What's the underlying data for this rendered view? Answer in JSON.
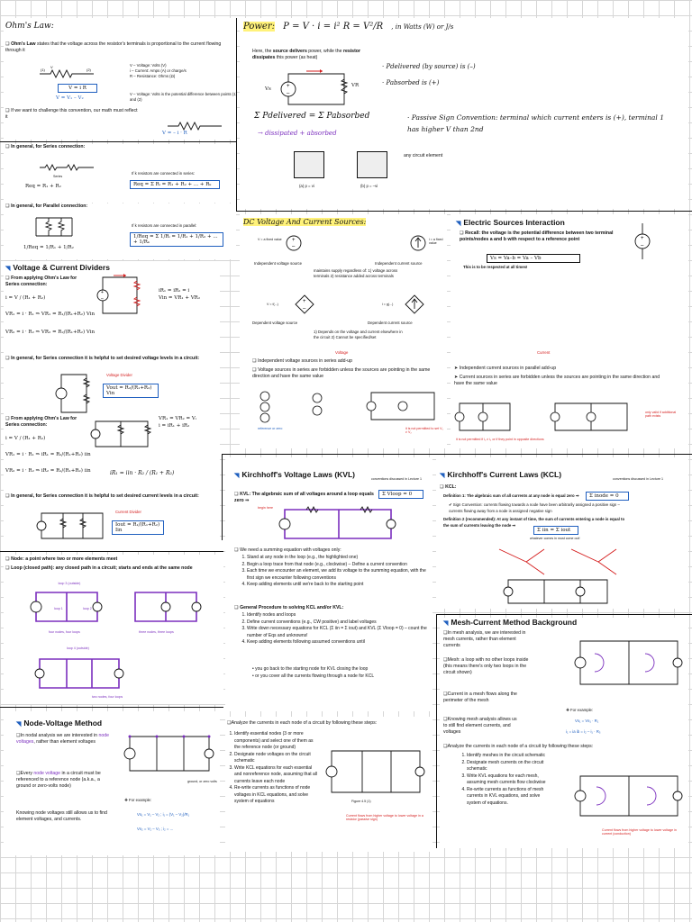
{
  "ohms": {
    "title": "Ohm's Law:",
    "intro_bold": "Ohm's Law",
    "intro": "states that the voltage across the resistor's terminals is proportional to the current flowing through it",
    "legend1": "V – Voltage: Volts (V)",
    "legend2": "i – Current: Amps (A) or charge/s",
    "legend3": "R – Resistance: Ohms (Ω)",
    "eq1": "V = i R",
    "eq2": "V = V₁ – V₂",
    "legend4": "V – Voltage: Volts is the potential difference between points (1) and (2)",
    "challenge": "If we want to challenge this convention, our math must reflect it",
    "eq3": "V = – i · R"
  },
  "power": {
    "title": "Power:",
    "formula": "P = V · i = i² R = V²/R",
    "units": ", in Watts (W) or J/s",
    "desc_pre": "Here, the ",
    "desc_src": "source delivers",
    "desc_mid": " power, while the ",
    "desc_res": "resistor dissipates",
    "desc_post": " this power (as heat)",
    "delivered": "· Pdelivered (by source) is (–)",
    "absorbed": "· Pabsorbed  is (+)",
    "balance": "Σ Pdelivered = Σ Pabsorbed",
    "balance2": "→ dissipated + absorbed",
    "passive": "· Passive Sign Convention: terminal which current enters is (+), terminal 1 has higher V than 2nd",
    "any_element": "any circuit element",
    "cap_a": "(a) p = vi",
    "cap_b": "(b) p = –vi",
    "label_vs": "Vs",
    "label_vr": "VR"
  },
  "series": {
    "title": "In general, for Series connection:",
    "req": "Req = R₁ + R₂",
    "label": "Series",
    "k_label": "If k resistors are connected in series:",
    "k_eq": "Req = Σ Rᵢ = R₁ + R₂ + ... + Rₖ"
  },
  "parallel": {
    "title": "In general, for Parallel connection:",
    "req": "1/Req = 1/R₁ + 1/R₂",
    "k_label": "If k resistors are connected in parallel:",
    "k_eq": "1/Req = Σ 1/Rᵢ = 1/R₁ + 1/R₂ + ... + 1/Rₖ"
  },
  "dividers": {
    "title": "Voltage & Current Dividers",
    "from_ohm": "From applying Ohm's Law for Series connection:",
    "i_eq": "i = V / (R₁ + R₂)",
    "vr1": "VR₁ = i · R₁ ⇒ VR₁ = R₁/(R₁+R₂) Vin",
    "vr2": "VR₂ = i · R₂ ⇒ VR₂ = R₂/(R₁+R₂) Vin",
    "iright1": "iR₁ = iR₂ = i",
    "iright2": "Vin = VR₁ + VR₂",
    "series_help": "In general, for Series connection it is helpful to set desired voltage levels in a circuit:",
    "vdiv_label": "Voltage Divider",
    "vout": "Vout = R₂/(R₁+R₂) Vin",
    "from_ohm2": "From applying Ohm's Law for Series connection:",
    "i_eq2": "i = V / (R₁ + R₂)",
    "par1": "VR₁ = VR₂ = Vᵢ",
    "par2": "i = iR₁ + iR₂",
    "ir1": "VR₁ = i · R₁ ⇒ iR₁ = R₂/(R₁+R₂) iin",
    "ir2": "VR₂ = i · R₂ ⇒ iR₂ = R₁/(R₁+R₂) iin",
    "hand_ir": "iR₁ = iin · R₂ / (R₁ + R₂)",
    "series_help2": "In general, for Series connection it is helpful to set desired current levels in a circuit:",
    "cdiv_label": "Current Divider",
    "iout": "Iout = R₁/(R₁+R₂) Iin"
  },
  "node_loop": {
    "node": "Node: a point where two or more elements meet",
    "loop": "Loop (closed path): any closed path in a circuit; starts and ends at the same node",
    "four_nodes": "four nodes, four loops",
    "three_nodes": "three nodes, three loops",
    "two_nodes": "two nodes, four loops",
    "loop1": "loop 1",
    "loop2": "loop 2",
    "loop3": "loop 3",
    "loop3o": "loop 3 (outside)",
    "loop4o": "loop 4 (outside)"
  },
  "dc": {
    "title": "DC Voltage And Current Sources:",
    "ind_v": "Independent voltage source",
    "ind_i": "Independent current source",
    "maint": "maintains supply regardless of: 1) voltage across terminals 2) resistance added across terminals",
    "dep_v": "Dependent voltage source",
    "dep_i": "Dependent current source",
    "dep_desc": "1) Depends on the voltage and current elsewhere in the circuit 2) Cannot be specified/set",
    "v_fixed": "V = a fixed value",
    "i_fixed": "i = a fixed value",
    "v_f": "V = f(...)",
    "i_g": "i = g(...)",
    "voltage_hdr": "Voltage",
    "current_hdr": "Current",
    "v_rule1": "Independent voltage sources in series add-up",
    "v_rule2": "Voltage sources in series are forbidden unless the sources are pointing in the same direction and have the same value",
    "c_rule1": "Independent current sources in parallel add-up",
    "c_rule2": "Current sources in series are forbidden unless the sources are pointing in the same direction and have the same value",
    "not_permitted": "it is not permitted to set V₁ ≠ V₂",
    "not_permitted2": "it is not permitted if i₁ ≠ i₂ or if they point in opposite directions",
    "only_valid": "only valid if additional path exists",
    "ref_zero": "reference or zero"
  },
  "esi": {
    "title": "Electric Sources Interaction",
    "recall": "Recall: the voltage is the potential difference between two terminal points/nodes a and b with respect to a reference point",
    "eq": "Vs = Va–b = Va – Vb",
    "respect": "This is to be respected at all times!"
  },
  "kvl": {
    "title": "Kirchhoff's Voltage Laws (KVL)",
    "def": "KVL: The algebraic sum of all voltages around a loop equals zero ⇒",
    "eq": "Σ Vloop = 0",
    "begin": "begin here",
    "conv": "conventions discussed in Lecture 1",
    "need": "We need a summing equation with voltages only:",
    "s1": "Stand at any node in the loop (e.g., the highlighted one)",
    "s2": "Begin a loop trace from that node (e.g., clockwise) – Define a current convention",
    "s3": "Each time we encounter an element, we add its voltage to the summing equation, with the first sign we encounter following conventions",
    "s4": "Keep adding elements until we're back to the starting point",
    "general": "General Procedure to solving KCL and/or KVL:",
    "g1": "Identify nodes and loops",
    "g2": "Define current conventions (e.g., CW positive) and label voltages",
    "g3": "Write down necessary equations for KCL (Σ iin = Σ iout) and KVL (Σ Vloop = 0) – count the number of Eqs and unknowns!",
    "g4": "Keep adding elements following assumed conventions until",
    "g4a": "you go back to the starting node for KVL closing the loop",
    "g4b": "or you cover all the currents flowing through a node for KCL"
  },
  "kcl": {
    "title": "Kirchhoff's Current Laws (KCL)",
    "conv": "conventions discussed in Lecture 1",
    "kcl": "KCL:",
    "def1": "Definition 1: The algebraic sum of all currents at any node is equal zero ⇒",
    "eq1": "Σ inode = 0",
    "sign": "Sign Convention: currents flowing towards a node have been arbitrarily assigned a positive sign – currents flowing away from a node is assigned negative sign",
    "def2": "Definition 2 (recommended): At any instant of time, the sum of currents entering a node is equal to the sum of currents leaving the node ⇒",
    "eq2": "Σ iin = Σ iout",
    "whatever": "whatever comes in must come out!"
  },
  "mesh": {
    "title": "Mesh-Current Method Background",
    "in_mesh": "In mesh analysis, we are interested in mesh currents, rather than element currents",
    "mesh_def": "Mesh: a loop with no other loops inside (this means there's only two loops in the circuit shown)",
    "current": "Current in a mesh flows along the perimeter of the mesh",
    "for_example": "For example:",
    "knowing": "Knowing mesh analysis allows us to still find element currents, and voltages",
    "ex1": "Vs₁ = Vs₁ · R₁",
    "ex2": "i₁ = ia    ib = i₂ – i₁ · R₃",
    "analyze": "Analyze the currents in each node of a circuit by following these steps:",
    "m1": "Identify meshes in the circuit schematic",
    "m2": "Designate mesh currents on the circuit schematic",
    "m3": "Write KVL equations for each mesh, assuming mesh currents flow clockwise",
    "m4": "Re-write currents as functions of mesh currents in KVL equations, and solve system of equations.",
    "note": "Current flows from higher voltage to lower voltage in current (conduction)"
  },
  "nodev": {
    "title": "Node-Voltage Method",
    "p1_pre": "In nodal analysis we are interested in ",
    "p1_mid": "node voltages",
    "p1_post": ", rather than element voltages",
    "p2_pre": "Every ",
    "p2_mid": "node voltage",
    "p2_post": " in a circuit must be referenced to a reference node (a.k.a., a ground or zero-volts node)",
    "p3": "Knowing node voltages still allows us to find element voltages, and currents.",
    "for_example": "For example:",
    "ex1": "Vs₁ = V₁ – V₂ ;  i₁ = (V₁ – V₂)/R₁",
    "ex2": "Vs₂ = V₂ – V₃ ;  i₂ = ...",
    "ground": "ground, or zero volts",
    "analyze": "Analyze the currents in each node of a circuit by following these steps:",
    "n1": "Identify essential nodes (3 or more components) and select one of them as the reference node (or ground)",
    "n2": "Designate node voltages on the circuit schematic",
    "n3": "Write KCL equations for each essential and nonreference node, assuming that all currents leave each node",
    "n4": "Re-write currents as functions of node voltages in KCL equations, and solve system of equations",
    "fig": "Figure 4.5 (1)",
    "note": "Current flows from higher voltage to lower voltage in a resistor (passive sign)"
  },
  "colors": {
    "accent": "#1f5fbf",
    "red": "#d41c1c",
    "purple": "#7b2fbe",
    "highlight": "#fff27a"
  }
}
